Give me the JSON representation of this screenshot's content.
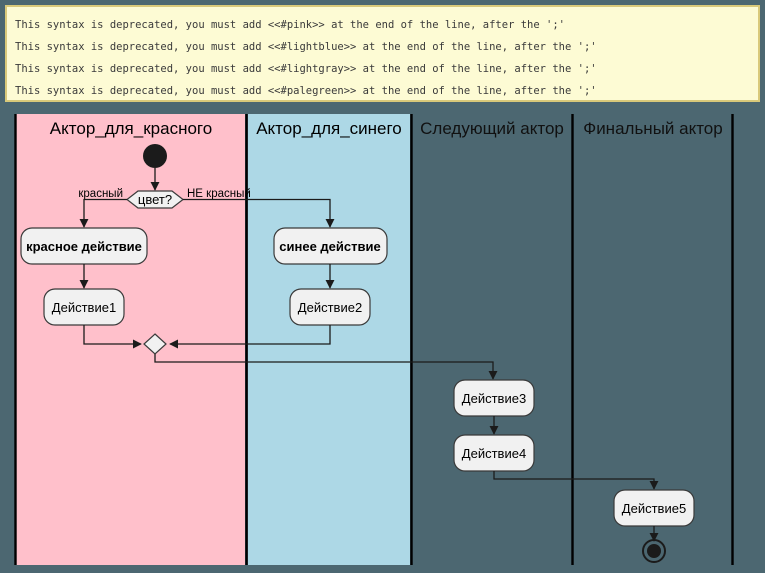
{
  "warning": {
    "name": "deprecated-syntax-warning",
    "lines": [
      "This syntax is deprecated, you must add <<#pink>> at the end of the line, after the ';'",
      "This syntax is deprecated, you must add <<#lightblue>> at the end of the line, after the ';'",
      "This syntax is deprecated, you must add <<#lightgray>> at the end of the line, after the ';'",
      "This syntax is deprecated, you must add <<#palegreen>> at the end of the line, after the ';'"
    ],
    "background_color": "#fdfbd4",
    "border_color": "#d9c97a"
  },
  "diagram": {
    "type": "uml-activity-swimlane",
    "canvas_background": "#4c6771",
    "lanes": [
      {
        "title": "Актор_для_красного",
        "color": "#ffc0cb",
        "color_name": "pink"
      },
      {
        "title": "Актор_для_синего",
        "color": "#add8e6",
        "color_name": "lightblue"
      },
      {
        "title": "Следующий актор",
        "color": "transparent",
        "color_name": "lightgray"
      },
      {
        "title": "Финальный актор",
        "color": "transparent",
        "color_name": "palegreen"
      }
    ],
    "nodes": {
      "start": "start-node",
      "decision": "цвет?",
      "action_red": "красное действие",
      "action_blue": "синее действие",
      "action1": "Действие1",
      "action2": "Действие2",
      "action3": "Действие3",
      "action4": "Действие4",
      "action5": "Действие5",
      "merge": "merge-node",
      "end": "end-node"
    },
    "edge_labels": {
      "branch_true": "красный",
      "branch_false": "НЕ красный"
    }
  }
}
